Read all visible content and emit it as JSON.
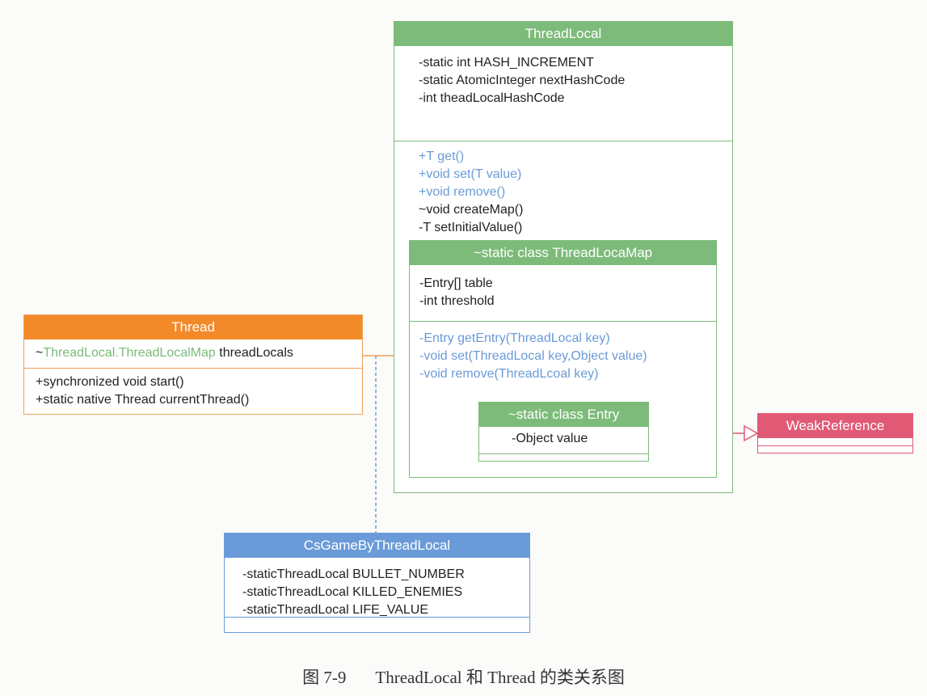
{
  "threadlocal": {
    "title": "ThreadLocal",
    "fields": [
      "-static int HASH_INCREMENT",
      "-static AtomicInteger nextHashCode",
      "-int theadLocalHashCode"
    ],
    "methods_public": [
      "+T get()",
      "+void set(T value)",
      "+void remove()"
    ],
    "methods_other": [
      "~void createMap()",
      "-T setInitialValue()"
    ]
  },
  "threadlocalmap": {
    "title": "~static class ThreadLocaMap",
    "fields": [
      "-Entry[]  table",
      "-int threshold"
    ],
    "methods": [
      "-Entry getEntry(ThreadLocal key)",
      "-void set(ThreadLocal key,Object value)",
      "-void remove(ThreadLcoal key)"
    ]
  },
  "entry": {
    "title": "~static class Entry",
    "fields": [
      "-Object value"
    ]
  },
  "thread": {
    "title": "Thread",
    "field_prefix": "~",
    "field_type": "ThreadLocal.ThreadLocalMap",
    "field_name": " threadLocals",
    "methods": [
      "+synchronized void start()",
      "+static native Thread currentThread()"
    ]
  },
  "csgame": {
    "title": "CsGameByThreadLocal",
    "fields": [
      "-staticThreadLocal BULLET_NUMBER",
      "-staticThreadLocal KILLED_ENEMIES",
      "-staticThreadLocal LIFE_VALUE"
    ]
  },
  "weakref": {
    "title": "WeakReference"
  },
  "caption": {
    "figure": "图 7-9",
    "text": "ThreadLocal 和 Thread 的类关系图"
  },
  "colors": {
    "green": "#7dbb7a",
    "orange": "#f38a2a",
    "blue": "#6a9bd8",
    "pink": "#e05a75"
  }
}
